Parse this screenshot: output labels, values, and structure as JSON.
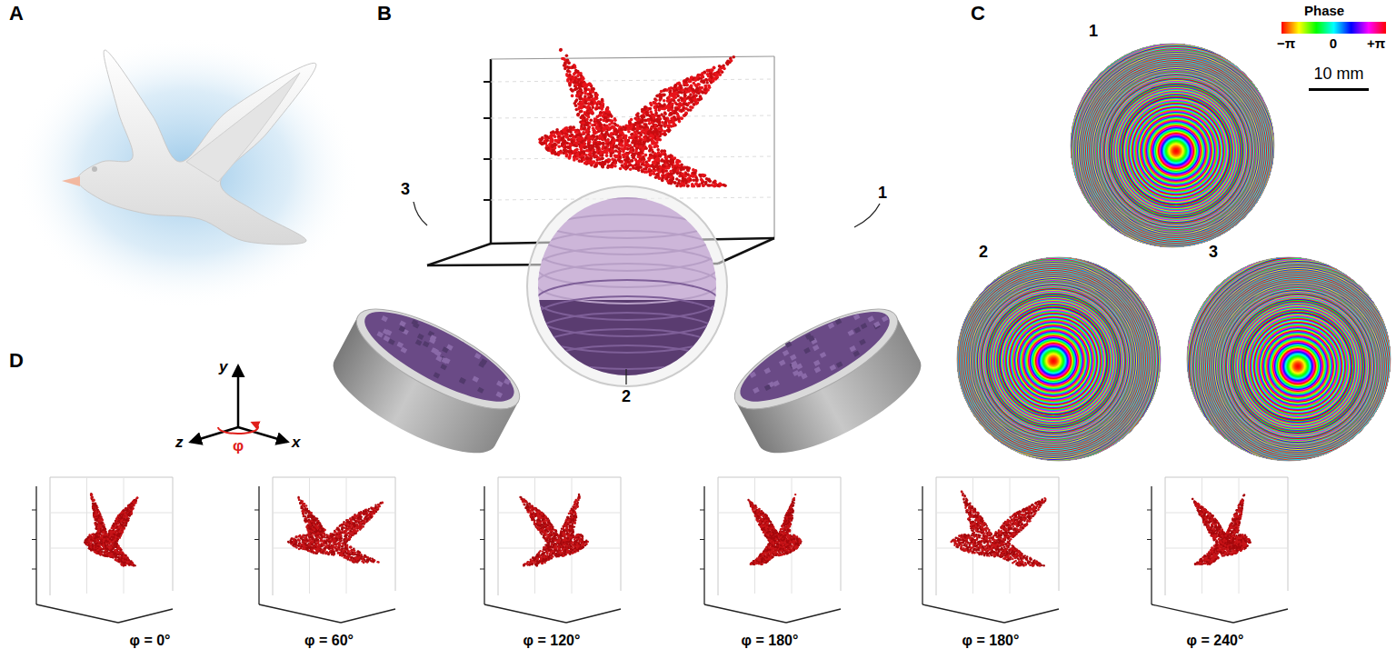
{
  "diagram": {
    "labels": [
      "A",
      "B",
      "3",
      "1",
      "2",
      "C",
      "1",
      "Phase",
      "−π",
      "0",
      "+π",
      "10 mm",
      "2",
      "3",
      "D",
      "y",
      "z",
      "x",
      "φ",
      "φ = 0°",
      "φ = 60°",
      "φ = 120°",
      "φ = 180°",
      "φ = 180°",
      "φ = 240°"
    ]
  }
}
